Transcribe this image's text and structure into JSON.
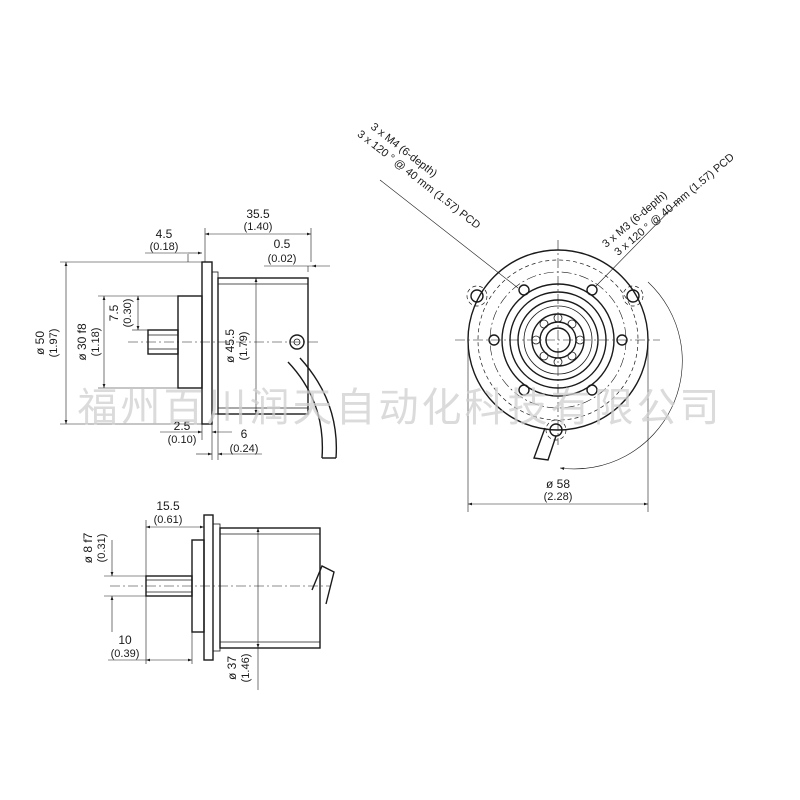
{
  "drawing": {
    "side_view_top": {
      "dim_overall_length": {
        "value": "35.5",
        "inch": "(1.40)"
      },
      "dim_flange_thickness": {
        "value": "4.5",
        "inch": "(0.18)"
      },
      "dim_rear_gap": {
        "value": "0.5",
        "inch": "(0.02)"
      },
      "dim_flange_dia": {
        "value": "ø 50",
        "inch": "(1.97)"
      },
      "dim_spigot_dia": {
        "value": "ø 30 f8",
        "inch": "(1.18)"
      },
      "dim_shaft_offset": {
        "value": "7.5",
        "inch": "(0.30)"
      },
      "dim_body_dia": {
        "value": "ø 45.5",
        "inch": "(1.79)"
      },
      "dim_spigot_depth": {
        "value": "2.5",
        "inch": "(0.10)"
      },
      "dim_flange_width": {
        "value": "6",
        "inch": "(0.24)"
      }
    },
    "side_view_bottom": {
      "dim_shaft_length": {
        "value": "15.5",
        "inch": "(0.61)"
      },
      "dim_shaft_dia": {
        "value": "ø 8 f7",
        "inch": "(0.31)"
      },
      "dim_shaft_step": {
        "value": "10",
        "inch": "(0.39)"
      },
      "dim_body_dia": {
        "value": "ø 37",
        "inch": "(1.46)"
      }
    },
    "front_view": {
      "note_m4_line1": "3 x M4 (6-depth)",
      "note_m4_line2": "3 x 120 ° @ 40 mm (1.57) PCD",
      "note_m3_line1": "3 x M3 (6-depth)",
      "note_m3_line2": "3 x 120 ° @ 40 mm (1.57) PCD",
      "dim_outer_dia": {
        "value": "ø 58",
        "inch": "(2.28)"
      }
    },
    "watermark": "福州百川润天自动化科技有限公司"
  }
}
